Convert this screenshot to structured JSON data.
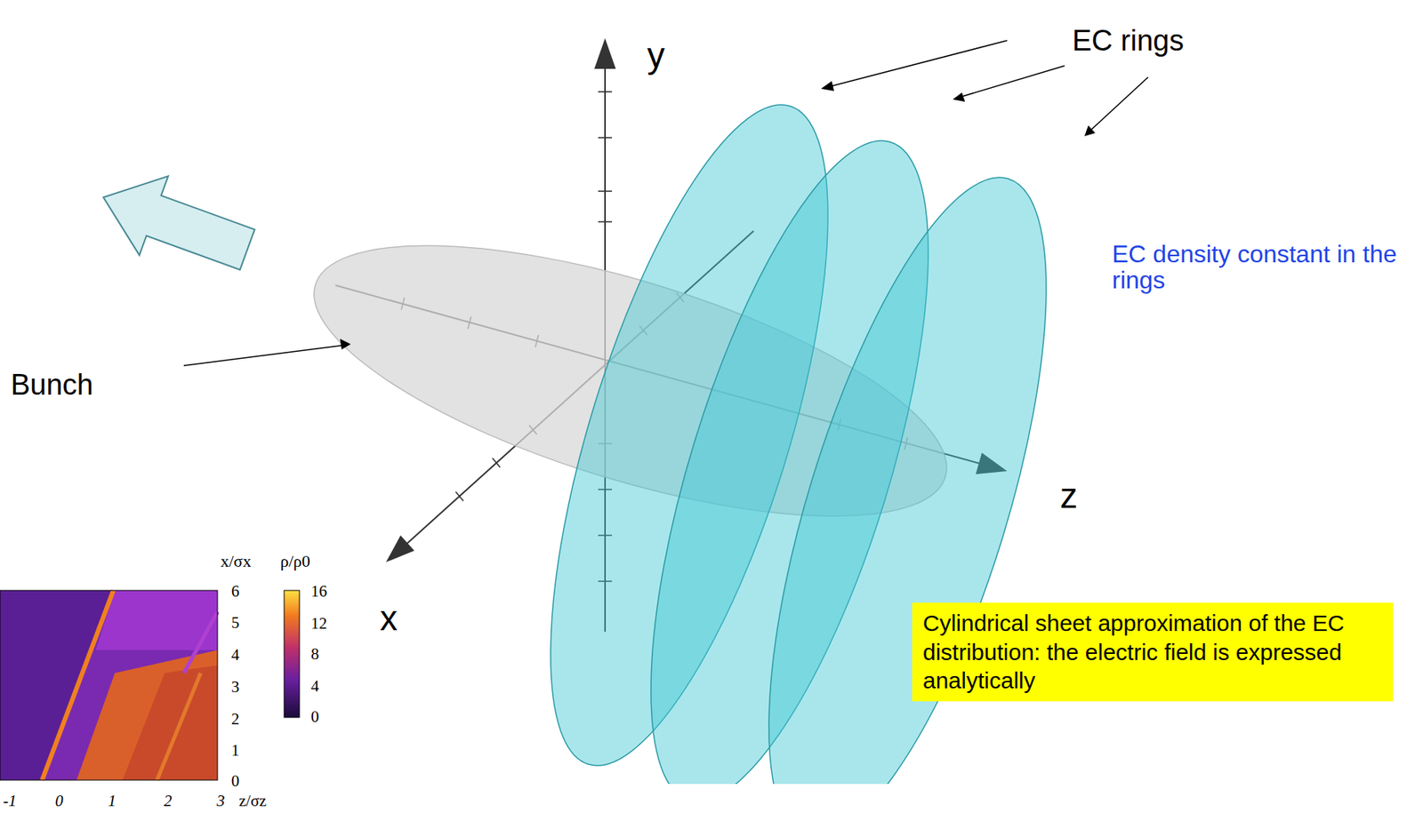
{
  "diagram": {
    "nodes": [
      {
        "text": [
          "Cylindrical sheet approximation of the EC distribution: the electric field is expressed analytically"
        ]
      }
    ],
    "labels": [
      "y",
      "EC rings",
      "EC density constant in the rings",
      "Bunch",
      "z",
      "x",
      "x/σx",
      "ρ/ρ0",
      "6",
      "5",
      "4",
      "3",
      "2",
      "1",
      "0",
      "16",
      "12",
      "8",
      "4",
      "0",
      "-1",
      "0",
      "1",
      "2",
      "3",
      "z/σz"
    ]
  }
}
